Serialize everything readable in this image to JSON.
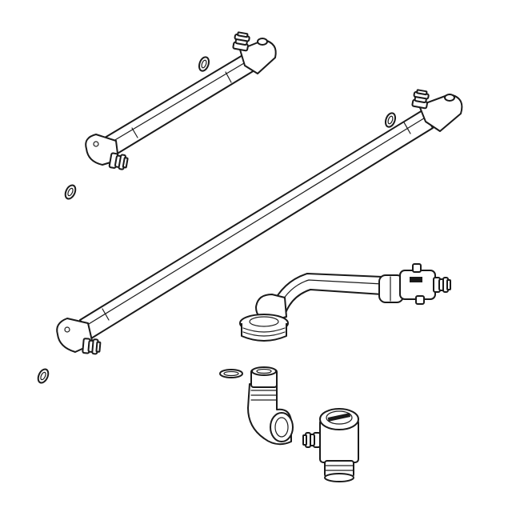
{
  "figure": {
    "background": "#ffffff",
    "line_color": "#1a1a1a",
    "parts": [
      "short-pipe-assembly",
      "long-pipe-assembly",
      "o-ring",
      "drain-pipe-assembly",
      "threaded-elbow",
      "tee-connector"
    ]
  }
}
